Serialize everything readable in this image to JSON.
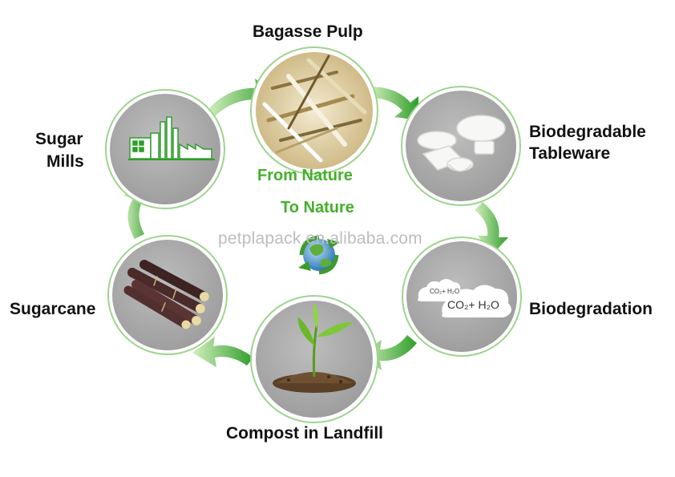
{
  "stages": {
    "bagasse_pulp": "Bagasse Pulp",
    "biodegradable_tableware_line1": "Biodegradable",
    "biodegradable_tableware_line2": "Tableware",
    "biodegradation": "Biodegradation",
    "compost": "Compost in Landfill",
    "sugarcane": "Sugarcane",
    "sugar_mills_line1": "Sugar",
    "sugar_mills_line2": "Mills"
  },
  "slogan": {
    "line1": "From Nature",
    "line2": "To Nature"
  },
  "watermark": "petplapack.en.alibaba.com",
  "cloud_text": {
    "small": "CO₂+ H₂O",
    "large": "CO₂+ H₂O"
  },
  "icons": [
    "factory-icon",
    "bagasse-fiber-icon",
    "tableware-icon",
    "cloud-icon",
    "sprout-icon",
    "sugarcane-icon",
    "recycle-globe-icon"
  ],
  "colors": {
    "accent_green": "#43b02a",
    "circle_fill": "#a9a9a9",
    "circle_ring": "#ffffff",
    "circle_border": "#7cc576",
    "text": "#111111"
  }
}
